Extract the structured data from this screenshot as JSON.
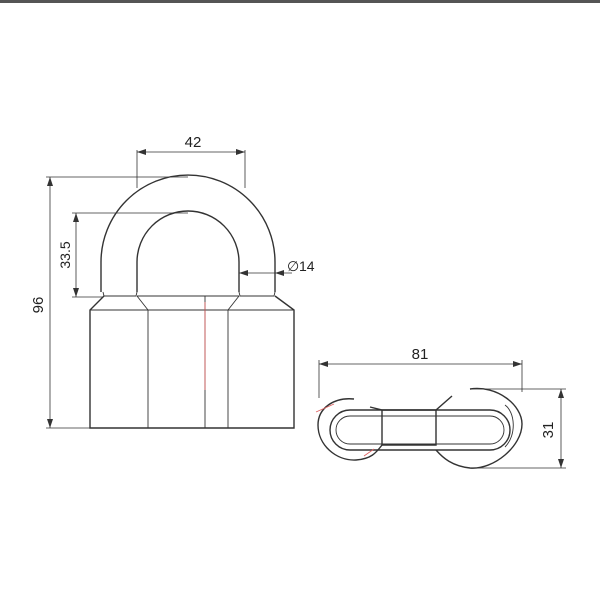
{
  "drawing": {
    "subject": "padlock",
    "front_view": {
      "width_label": "42",
      "height_label": "96",
      "shackle_height_label": "33.5",
      "diameter_label": "14",
      "diameter_symbol": "∅"
    },
    "top_view": {
      "length_label": "81",
      "depth_label": "31"
    }
  },
  "colors": {
    "line": "#333333",
    "background": "#ffffff",
    "top_border": "#555555",
    "accent_red": "#e06060"
  }
}
